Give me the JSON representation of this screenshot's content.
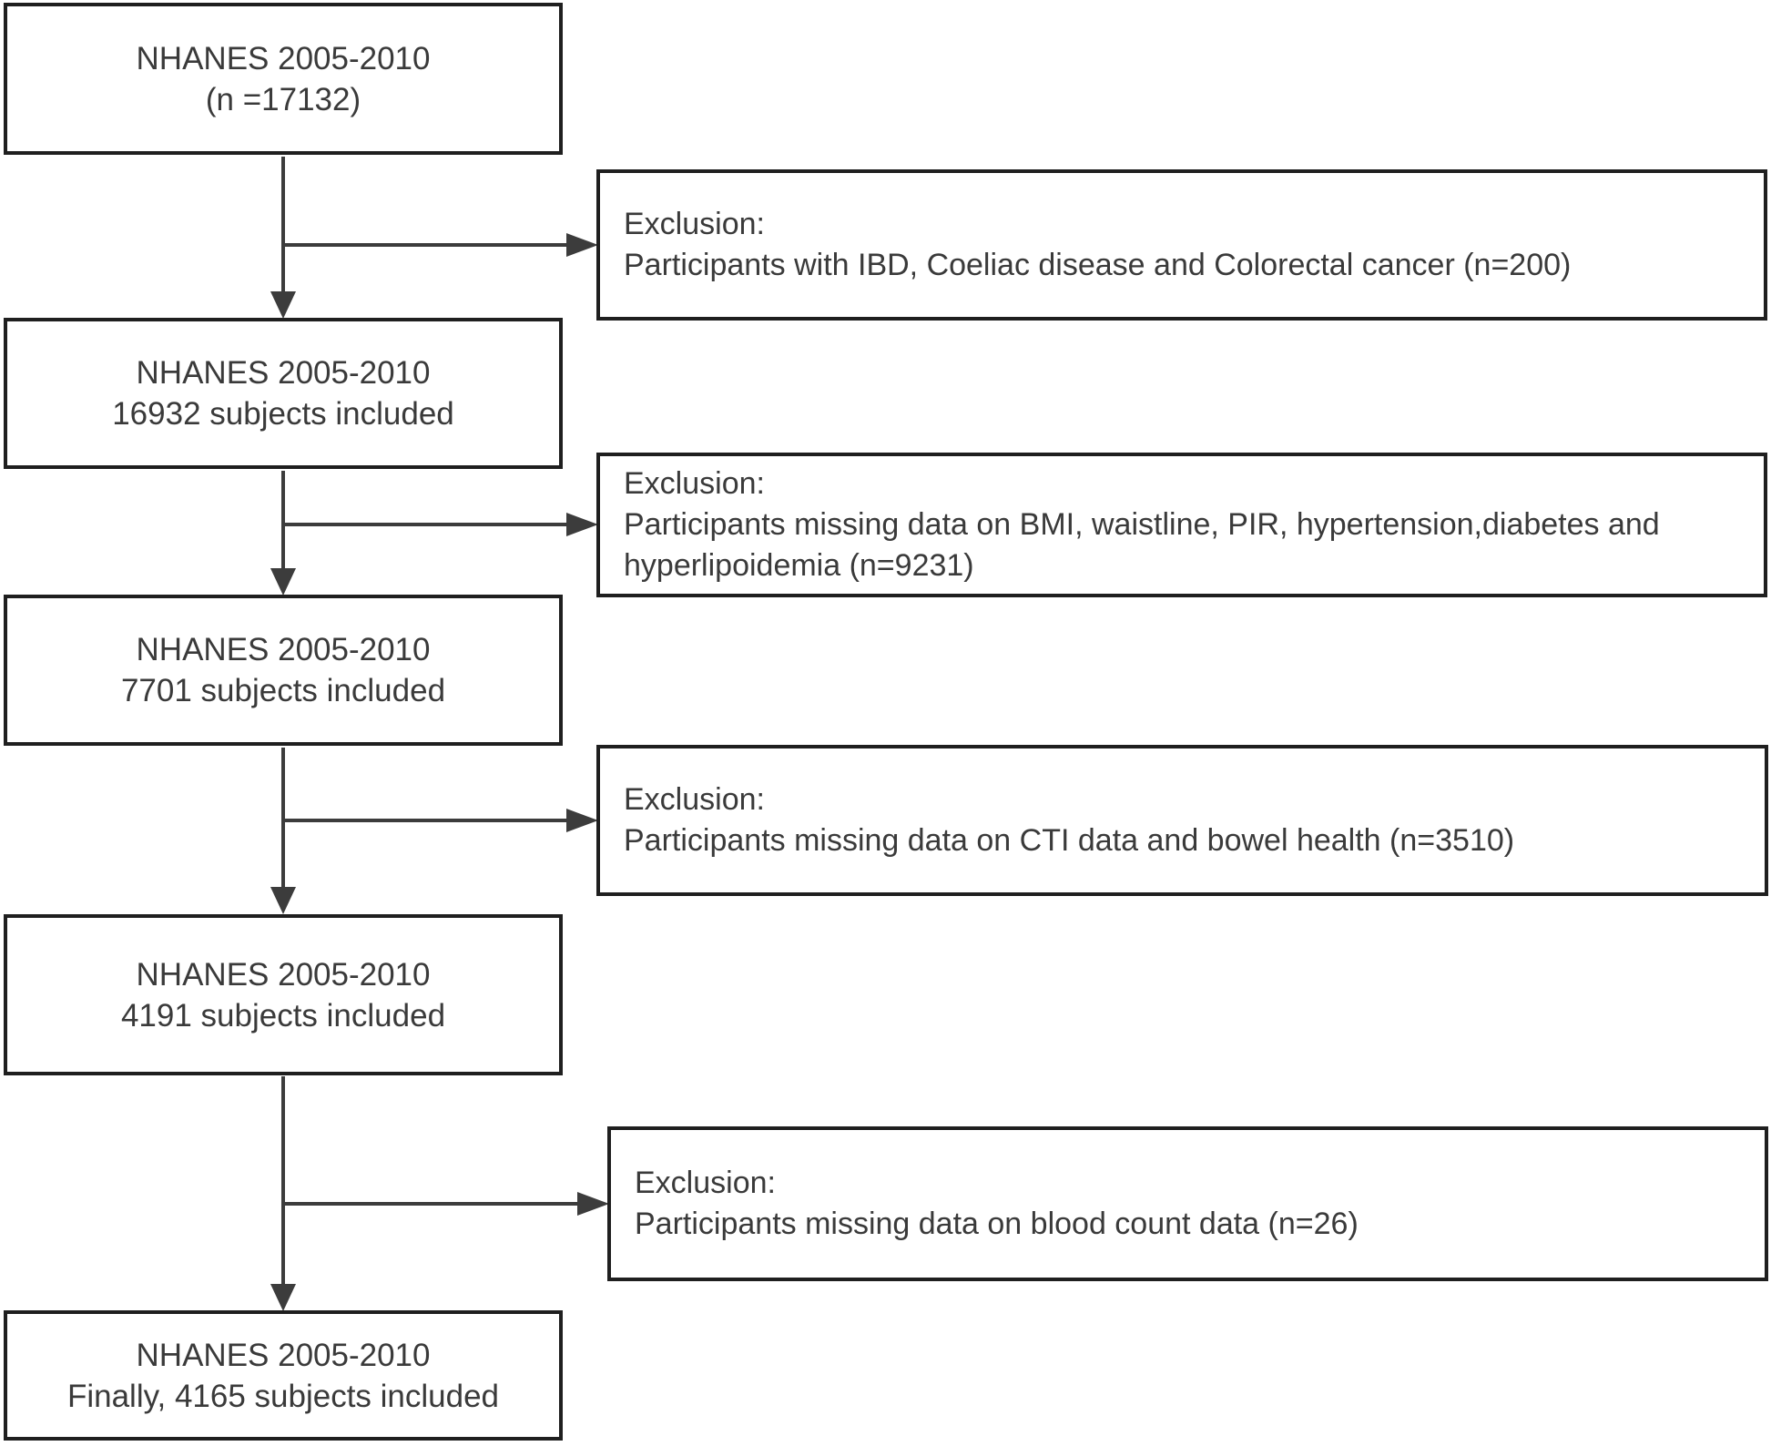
{
  "main_boxes": [
    {
      "title": "NHANES 2005-2010",
      "detail": "(n =17132)"
    },
    {
      "title": "NHANES 2005-2010",
      "detail": "16932 subjects included"
    },
    {
      "title": "NHANES 2005-2010",
      "detail": "7701 subjects included"
    },
    {
      "title": "NHANES 2005-2010",
      "detail": "4191 subjects included"
    },
    {
      "title": "NHANES 2005-2010",
      "detail": "Finally, 4165 subjects included"
    }
  ],
  "exclusion_boxes": [
    {
      "title": "Exclusion:",
      "detail": "Participants with IBD, Coeliac disease and Colorectal cancer (n=200)"
    },
    {
      "title": "Exclusion:",
      "detail": "Participants missing data on BMI, waistline, PIR, hypertension,diabetes and hyperlipoidemia (n=9231)"
    },
    {
      "title": "Exclusion:",
      "detail": "Participants missing data on CTI data and bowel health (n=3510)"
    },
    {
      "title": "Exclusion:",
      "detail": "Participants missing data on blood count data (n=26)"
    }
  ],
  "colors": {
    "border": "#1f1f1f",
    "text": "#3a3a3a",
    "connector": "#3c3c3c"
  }
}
